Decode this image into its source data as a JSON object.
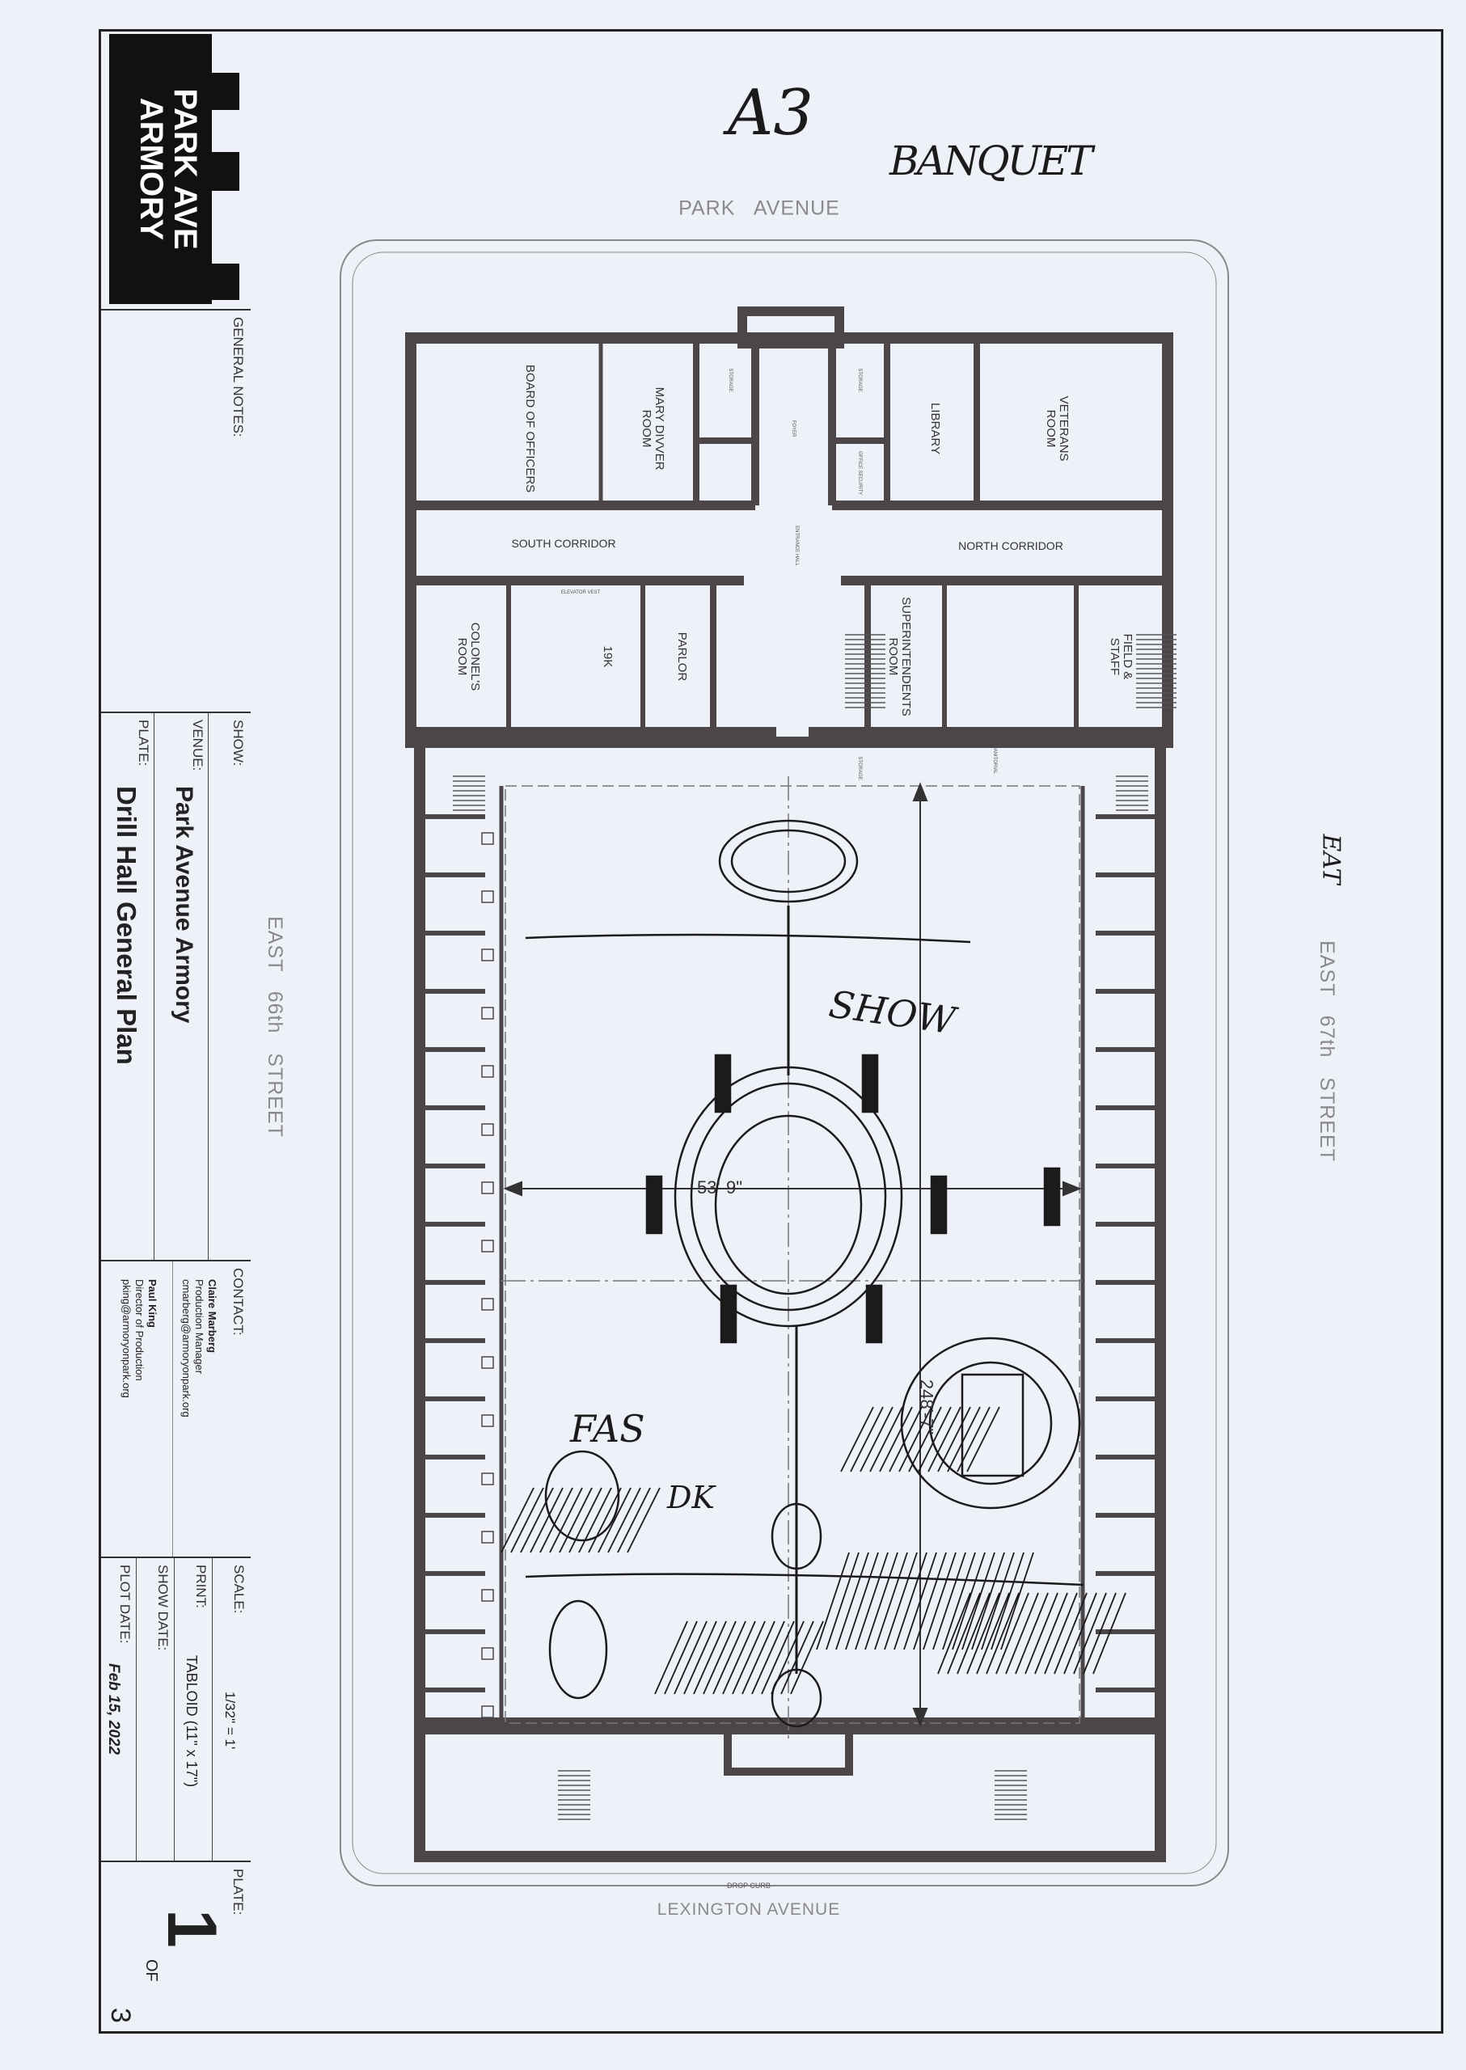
{
  "title_block": {
    "logo_text": "PARK AVE\nARMORY",
    "general_notes_label": "GENERAL NOTES:",
    "show_label": "SHOW:",
    "venue_label": "VENUE:",
    "venue": "Park Avenue Armory",
    "plate_label": "PLATE:",
    "plate_title": "Drill Hall General Plan",
    "contact_label": "CONTACT:",
    "contacts": [
      {
        "name": "Claire Marberg",
        "title": "Production Manager",
        "email": "cmarberg@armoryonpark.org"
      },
      {
        "name": "Paul King",
        "title": "Director of Production",
        "email": "pking@armoryonpark.org"
      }
    ],
    "scale_label": "SCALE:",
    "scale": "1/32\" = 1'",
    "print_label": "PRINT:",
    "print": "TABLOID (11\" x 17\")",
    "show_date_label": "SHOW DATE:",
    "plot_date_label": "PLOT DATE:",
    "plot_date": "Feb 15, 2022",
    "plate_number_label": "PLATE:",
    "plate_number": "1",
    "of_label": "OF",
    "plate_total": "3"
  },
  "streets": {
    "north": "PARK   AVENUE",
    "south": "LEXINGTON AVENUE",
    "south_note": "DROP CURB",
    "west": "EAST   66th   STREET",
    "east": "EAST   67th   STREET"
  },
  "rooms": {
    "board_of_officers": "BOARD OF OFFICERS",
    "mary_divver": "MARY DIVVER\nROOM",
    "library": "LIBRARY",
    "veterans": "VETERANS\nROOM",
    "south_corridor": "SOUTH CORRIDOR",
    "north_corridor": "NORTH CORRIDOR",
    "colonels": "COLONEL'S\nROOM",
    "k19": "19K",
    "parlor": "PARLOR",
    "superintendents": "SUPERINTENDENTS\nROOM",
    "field_staff": "FIELD &\nSTAFF"
  },
  "small_labels": {
    "storage_1": "STORAGE",
    "storage_2": "STORAGE",
    "storage_3": "STORAGE",
    "foyer": "FOYER",
    "office_security": "OFFICE SECURITY",
    "elevator_vest": "ELEVATOR VEST",
    "entrance_hall": "ENTRANCE HALL",
    "janitorial": "JANITORIAL"
  },
  "dimensions": {
    "width": "53'-9\"",
    "length": "248'-7\""
  },
  "handwriting": {
    "sheet": "A3",
    "event": "BANQUET",
    "zone_show": "SHOW",
    "zone_fas": "FAS",
    "zone_dk": "DK",
    "east_overwrite": "EAT"
  },
  "colors": {
    "paper": "#eef1f8",
    "wall": "#4d4649",
    "ink": "#1b1b1b"
  }
}
